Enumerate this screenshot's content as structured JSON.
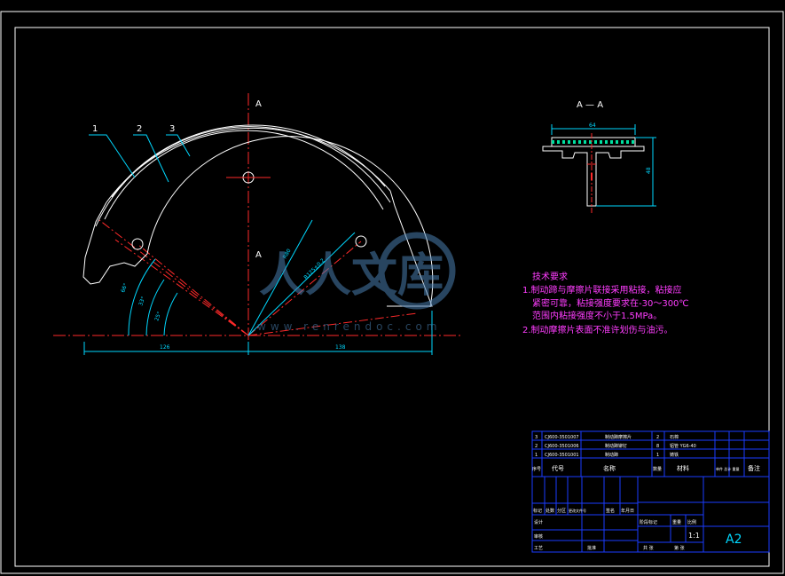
{
  "colors": {
    "background": "#000000",
    "frame": "#ffffff",
    "centerline": "#ff2a2a",
    "dimension": "#00d8ff",
    "note_text": "#ff3dff",
    "table_line": "#1a3cff",
    "part_line": "#ffffff",
    "hatch": "#00e0a0"
  },
  "drawing": {
    "section_label_top": "A",
    "section_label_mid": "A",
    "section_view_title": "A — A",
    "part_labels": [
      "1",
      "2",
      "3"
    ],
    "dims": {
      "left_horizontal": "126",
      "right_horizontal": "138",
      "angle_1": "66°",
      "angle_2": "33°",
      "angle_3": "25°",
      "inner_radius": "R80",
      "outer_radius": "R125±0.2",
      "section_width": "64",
      "section_height": "48"
    }
  },
  "notes": {
    "title": "技术要求",
    "line1": "1.制动蹄与摩擦片联接采用粘接，粘接应",
    "line2": "紧密可靠，粘接强度要求在-30～300℃",
    "line3": "范围内粘接强度不小于1.5MPa。",
    "line4": "2.制动摩擦片表面不准许划伤与油污。"
  },
  "watermark": {
    "logo": "人人文库",
    "url": "www.renrendoc.com"
  },
  "bom": {
    "rows": [
      {
        "no": "3",
        "code": "CJ600-3501007",
        "name": "制动蹄摩擦片",
        "qty": "2",
        "material": "石棉",
        "weight": "",
        "note": ""
      },
      {
        "no": "2",
        "code": "CJ600-3501006",
        "name": "制动蹄铆钉",
        "qty": "8",
        "material": "铝管 YG6-40",
        "weight": "",
        "note": ""
      },
      {
        "no": "1",
        "code": "CJ600-3501001",
        "name": "制动蹄",
        "qty": "1",
        "material": "铸铁",
        "weight": "",
        "note": ""
      }
    ],
    "header": {
      "no": "序号",
      "code": "代号",
      "name": "名称",
      "qty": "数量",
      "material": "材料",
      "weight": "单件 总计 重量",
      "note": "备注"
    }
  },
  "title_block": {
    "labels": {
      "mark": "标记",
      "count": "处数",
      "zone": "分区",
      "doc_no": "更改文件号",
      "sign": "签名",
      "date": "年月日",
      "designer": "设计",
      "reviewer": "审核",
      "process": "工艺",
      "approve": "批准",
      "stage": "阶段标记",
      "weight": "重量",
      "scale": "比例",
      "sheets": "共 张",
      "sheet": "第 张"
    },
    "scale_value": "1:1",
    "sheet_size": "A2"
  }
}
